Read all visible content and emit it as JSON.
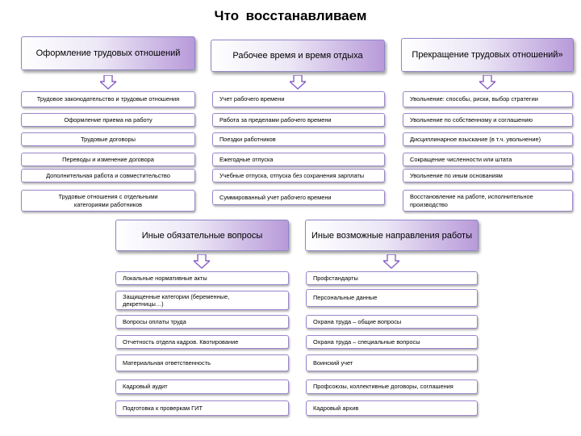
{
  "title": "Что  восстанавливаем",
  "sections": {
    "col1": {
      "header": "Оформление трудовых отношений",
      "items": [
        "Трудовое законодательство и трудовые отношения",
        "Оформление приема на работу",
        "Трудовые договоры",
        "Переводы и изменение договора",
        "Дополнительная работа и совместительство",
        "Трудовые отношения с отдельными категориями работников"
      ]
    },
    "col2": {
      "header": "Рабочее время и время отдыха",
      "items": [
        "Учет рабочего времени",
        "Работа за пределами рабочего времени",
        "Поездки работников",
        "Ежегодные отпуска",
        "Учебные отпуска, отпуска без сохранения зарплаты",
        "Суммированный учет рабочего времени"
      ]
    },
    "col3": {
      "header": "Прекращение трудовых отношений»",
      "items": [
        "Увольнение: способы, риски, выбор стратегии",
        "Увольнение по собственному и соглашению",
        "Дисциплинарное взыскание (в т.ч. увольнение)",
        "Сокращение численности или штата",
        "Увольнение по иным основаниям",
        "Восстановление на работе,  исполнительное производство"
      ]
    },
    "col4": {
      "header": "Иные обязательные вопросы",
      "items": [
        "Локальные нормативные акты",
        "Защищенные категории (беременные, декретницы…)",
        "Вопросы оплаты труда",
        "Отчетность отдела кадров. Квотирование",
        "Материальная ответственность",
        "Кадровый аудит",
        "Подготовка к проверкам  ГИТ"
      ]
    },
    "col5": {
      "header": "Иные возможные направления работы",
      "items": [
        "Профстандарты",
        "Персональные данные",
        "Охрана труда – общие вопросы",
        "Охрана труда – специальные вопросы",
        "Воинский учет",
        "Профсоюзы, коллективные договоры, соглашения",
        "Кадровый архив"
      ]
    }
  },
  "colors": {
    "header_border": "#8e86c6",
    "header_gradient_end": "#b89ad9",
    "item_border": "#9a86c9",
    "arrow_stroke": "#8a63c4"
  },
  "icons": {
    "arrow": "down-arrow-icon"
  }
}
